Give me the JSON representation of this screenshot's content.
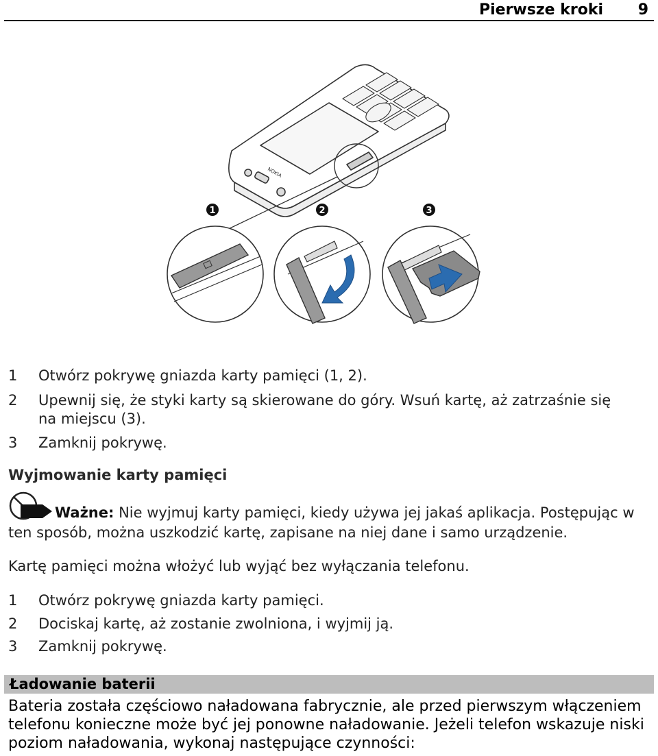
{
  "header": {
    "title": "Pierwsze kroki",
    "page_number": "9"
  },
  "illustration": {
    "brand_text": "NOKIA",
    "callouts": [
      "1",
      "2",
      "3"
    ],
    "accent_color": "#2b6cb0"
  },
  "insert_steps": [
    {
      "num": "1",
      "text": "Otwórz pokrywę gniazda karty pamięci (1, 2)."
    },
    {
      "num": "2",
      "text": "Upewnij się, że styki karty są skierowane do góry. Wsuń kartę, aż zatrzaśnie się",
      "text2": "na miejscu (3)."
    },
    {
      "num": "3",
      "text": "Zamknij pokrywę."
    }
  ],
  "removal_section": {
    "title": "Wyjmowanie karty pamięci",
    "note_label": "Ważne:",
    "note_line1": " Nie wyjmuj karty pamięci, kiedy używa jej jakaś aplikacja. Postępując w",
    "note_line2": "ten sposób, można uszkodzić kartę, zapisane na niej dane i samo urządzenie.",
    "paragraph": "Kartę pamięci można włożyć lub wyjąć bez wyłączania telefonu.",
    "steps": [
      {
        "num": "1",
        "text": "Otwórz pokrywę gniazda karty pamięci."
      },
      {
        "num": "2",
        "text": "Dociskaj kartę, aż zostanie zwolniona, i wyjmij ją."
      },
      {
        "num": "3",
        "text": "Zamknij pokrywę."
      }
    ]
  },
  "battery_section": {
    "title": "Ładowanie baterii",
    "line1": "Bateria została częściowo naładowana fabrycznie, ale przed pierwszym włączeniem",
    "line2": "telefonu konieczne może być jej ponowne naładowanie. Jeżeli telefon wskazuje niski",
    "line3": "poziom naładowania, wykonaj następujące czynności:"
  }
}
